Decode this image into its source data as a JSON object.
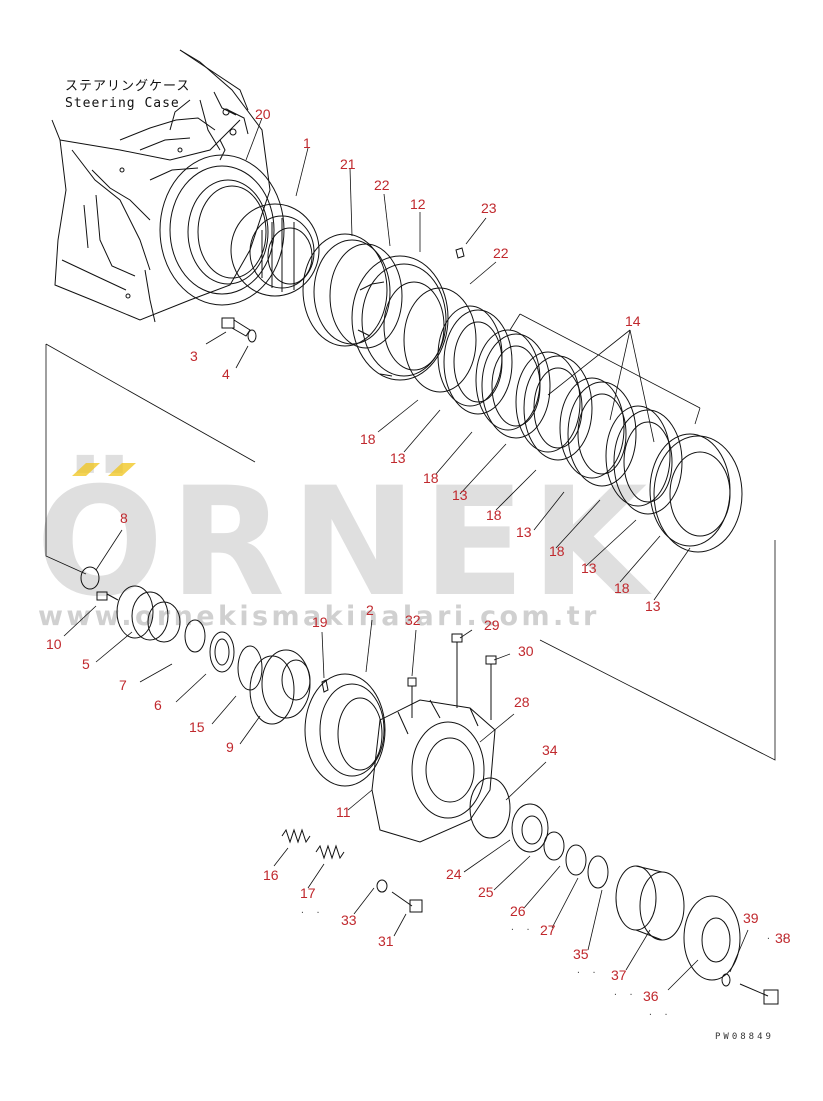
{
  "steering_case": {
    "label_jp": "ステアリングケース",
    "label_en": "Steering Case"
  },
  "watermark": {
    "brand": "ÖRNEK",
    "url": "www.ornekismakinalari.com.tr",
    "accent_color": "#f0c419"
  },
  "drawing_code": "PW08849",
  "colors": {
    "callout": "#c0282d",
    "line": "#111111",
    "watermark": "#d4d4d4"
  },
  "callouts": [
    {
      "id": "c20",
      "text": "20"
    },
    {
      "id": "c1",
      "text": "1"
    },
    {
      "id": "c21",
      "text": "21"
    },
    {
      "id": "c22a",
      "text": "22"
    },
    {
      "id": "c12",
      "text": "12"
    },
    {
      "id": "c23",
      "text": "23"
    },
    {
      "id": "c22b",
      "text": "22"
    },
    {
      "id": "c14",
      "text": "14"
    },
    {
      "id": "c3",
      "text": "3"
    },
    {
      "id": "c4",
      "text": "4"
    },
    {
      "id": "c18a",
      "text": "18"
    },
    {
      "id": "c13a",
      "text": "13"
    },
    {
      "id": "c18b",
      "text": "18"
    },
    {
      "id": "c13b",
      "text": "13"
    },
    {
      "id": "c18c",
      "text": "18"
    },
    {
      "id": "c13c",
      "text": "13"
    },
    {
      "id": "c18d",
      "text": "18"
    },
    {
      "id": "c13d",
      "text": "13"
    },
    {
      "id": "c18e",
      "text": "18"
    },
    {
      "id": "c13e",
      "text": "13"
    },
    {
      "id": "c8",
      "text": "8"
    },
    {
      "id": "c10",
      "text": "10"
    },
    {
      "id": "c5",
      "text": "5"
    },
    {
      "id": "c7",
      "text": "7"
    },
    {
      "id": "c6",
      "text": "6"
    },
    {
      "id": "c15",
      "text": "15"
    },
    {
      "id": "c9",
      "text": "9"
    },
    {
      "id": "c19",
      "text": "19"
    },
    {
      "id": "c2",
      "text": "2"
    },
    {
      "id": "c32",
      "text": "32"
    },
    {
      "id": "c29",
      "text": "29"
    },
    {
      "id": "c30",
      "text": "30"
    },
    {
      "id": "c28",
      "text": "28"
    },
    {
      "id": "c11",
      "text": "11"
    },
    {
      "id": "c34",
      "text": "34"
    },
    {
      "id": "c16",
      "text": "16"
    },
    {
      "id": "c17",
      "text": "17"
    },
    {
      "id": "c24",
      "text": "24"
    },
    {
      "id": "c25",
      "text": "25"
    },
    {
      "id": "c26",
      "text": "26"
    },
    {
      "id": "c27",
      "text": "27"
    },
    {
      "id": "c33",
      "text": "33"
    },
    {
      "id": "c31",
      "text": "31"
    },
    {
      "id": "c35",
      "text": "35"
    },
    {
      "id": "c39",
      "text": "39"
    },
    {
      "id": "c38",
      "text": "38"
    },
    {
      "id": "c37",
      "text": "37"
    },
    {
      "id": "c36",
      "text": "36"
    }
  ]
}
